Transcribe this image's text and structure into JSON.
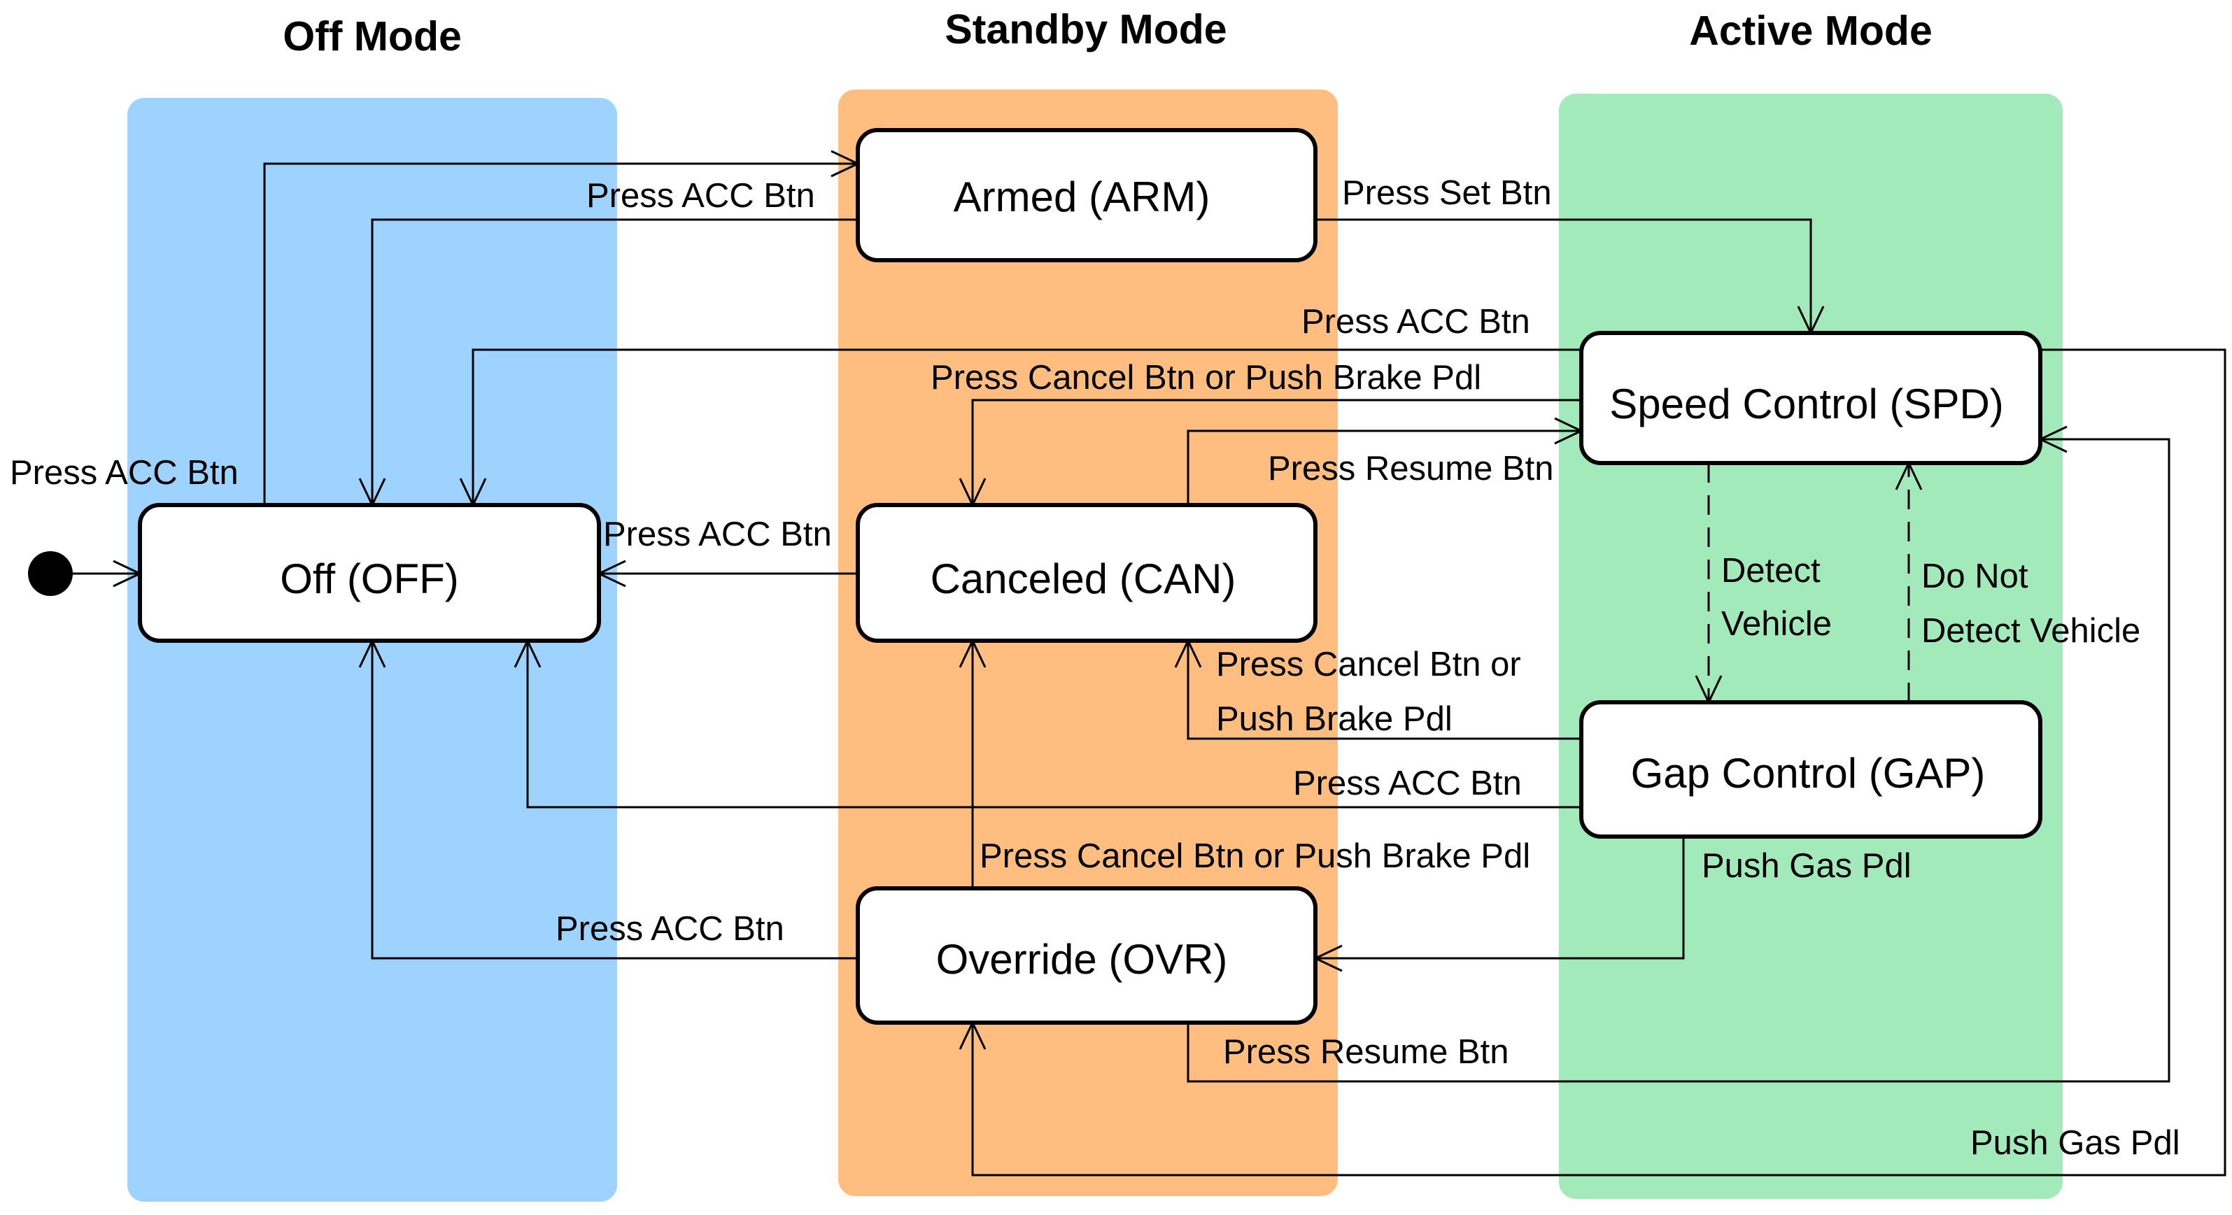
{
  "lanes": [
    {
      "title": "Off Mode",
      "color": "#9fd3ff"
    },
    {
      "title": "Standby Mode",
      "color": "#ffbd80"
    },
    {
      "title": "Active Mode",
      "color": "#a2eab9"
    }
  ],
  "states": {
    "off": "Off (OFF)",
    "arm": "Armed (ARM)",
    "can": "Canceled (CAN)",
    "ovr": "Override (OVR)",
    "spd": "Speed Control (SPD)",
    "gap": "Gap Control (GAP)"
  },
  "labels": {
    "init_press_acc": "Press ACC Btn",
    "arm_to_off": "Press ACC Btn",
    "arm_to_spd": "Press Set Btn",
    "spd_to_off": "Press ACC Btn",
    "spd_to_can": "Press Cancel Btn or Push Brake Pdl",
    "can_to_spd": "Press Resume Btn",
    "can_to_off": "Press ACC Btn",
    "spd_detect_1": "Detect",
    "spd_detect_2": "Vehicle",
    "gap_nodetect_1": "Do Not",
    "gap_nodetect_2": "Detect Vehicle",
    "gap_to_can_1": "Press Cancel Btn or",
    "gap_to_can_2": "Push Brake Pdl",
    "gap_to_off": "Press ACC Btn",
    "ovr_to_can": "Press Cancel Btn or Push Brake Pdl",
    "gap_to_ovr": "Push Gas Pdl",
    "ovr_to_off": "Press ACC Btn",
    "ovr_to_spd": "Press Resume Btn",
    "spd_to_ovr": "Push Gas Pdl"
  }
}
